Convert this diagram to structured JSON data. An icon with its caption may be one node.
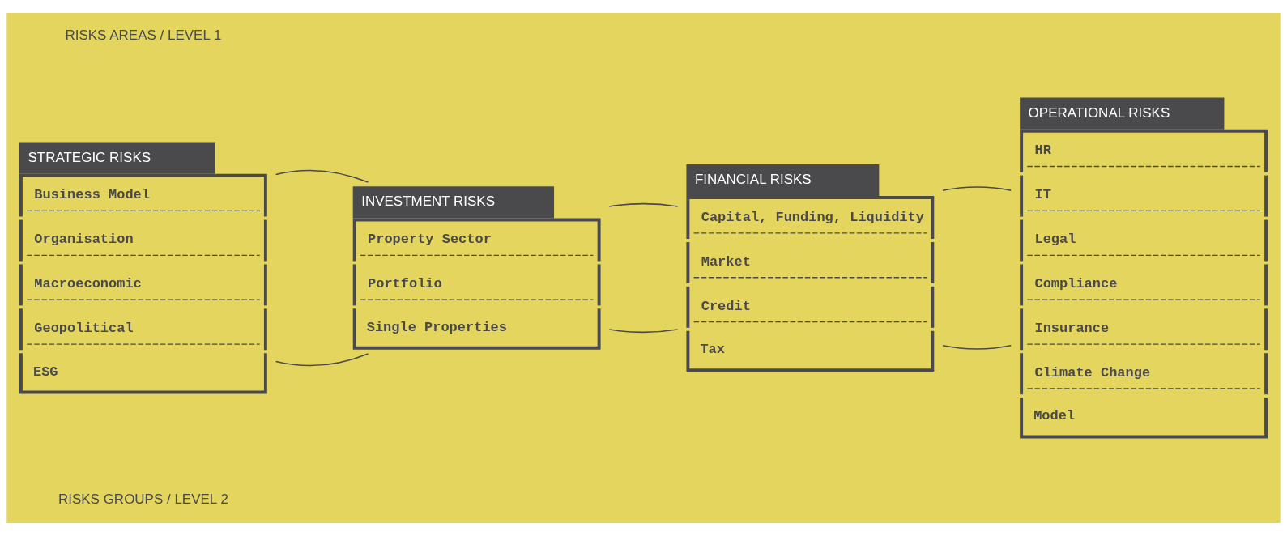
{
  "diagram": {
    "nodes": [
      {
        "text": [
          "STRATEGIC RISKS",
          "Business Model",
          "Organisation",
          "Macroeconomic",
          "Geopolitical",
          "ESG"
        ]
      },
      {
        "text": [
          "INVESTMENT RISKS",
          "Property Sector",
          "Portfolio",
          "Single Properties"
        ]
      },
      {
        "text": [
          "FINANCIAL RISKS",
          "Capital, Funding, Liquidity",
          "Market",
          "Credit",
          "Tax"
        ]
      },
      {
        "text": [
          "OPERATIONAL RISKS",
          "HR",
          "IT",
          "Legal",
          "Compliance",
          "Insurance",
          "Climate Change",
          "Model"
        ]
      }
    ],
    "edges": [
      {
        "from": 0,
        "to": 1,
        "arrow": "none"
      },
      {
        "from": 1,
        "to": 2,
        "arrow": "none"
      },
      {
        "from": 2,
        "to": 3,
        "arrow": "none"
      },
      {
        "from": 0,
        "to": 1,
        "arrow": "none"
      },
      {
        "from": 1,
        "to": 2,
        "arrow": "none"
      },
      {
        "from": 2,
        "to": 3,
        "arrow": "none"
      }
    ],
    "labels": [
      "RISKS AREAS / LEVEL 1",
      "RISKS GROUPS / LEVEL 2"
    ]
  }
}
